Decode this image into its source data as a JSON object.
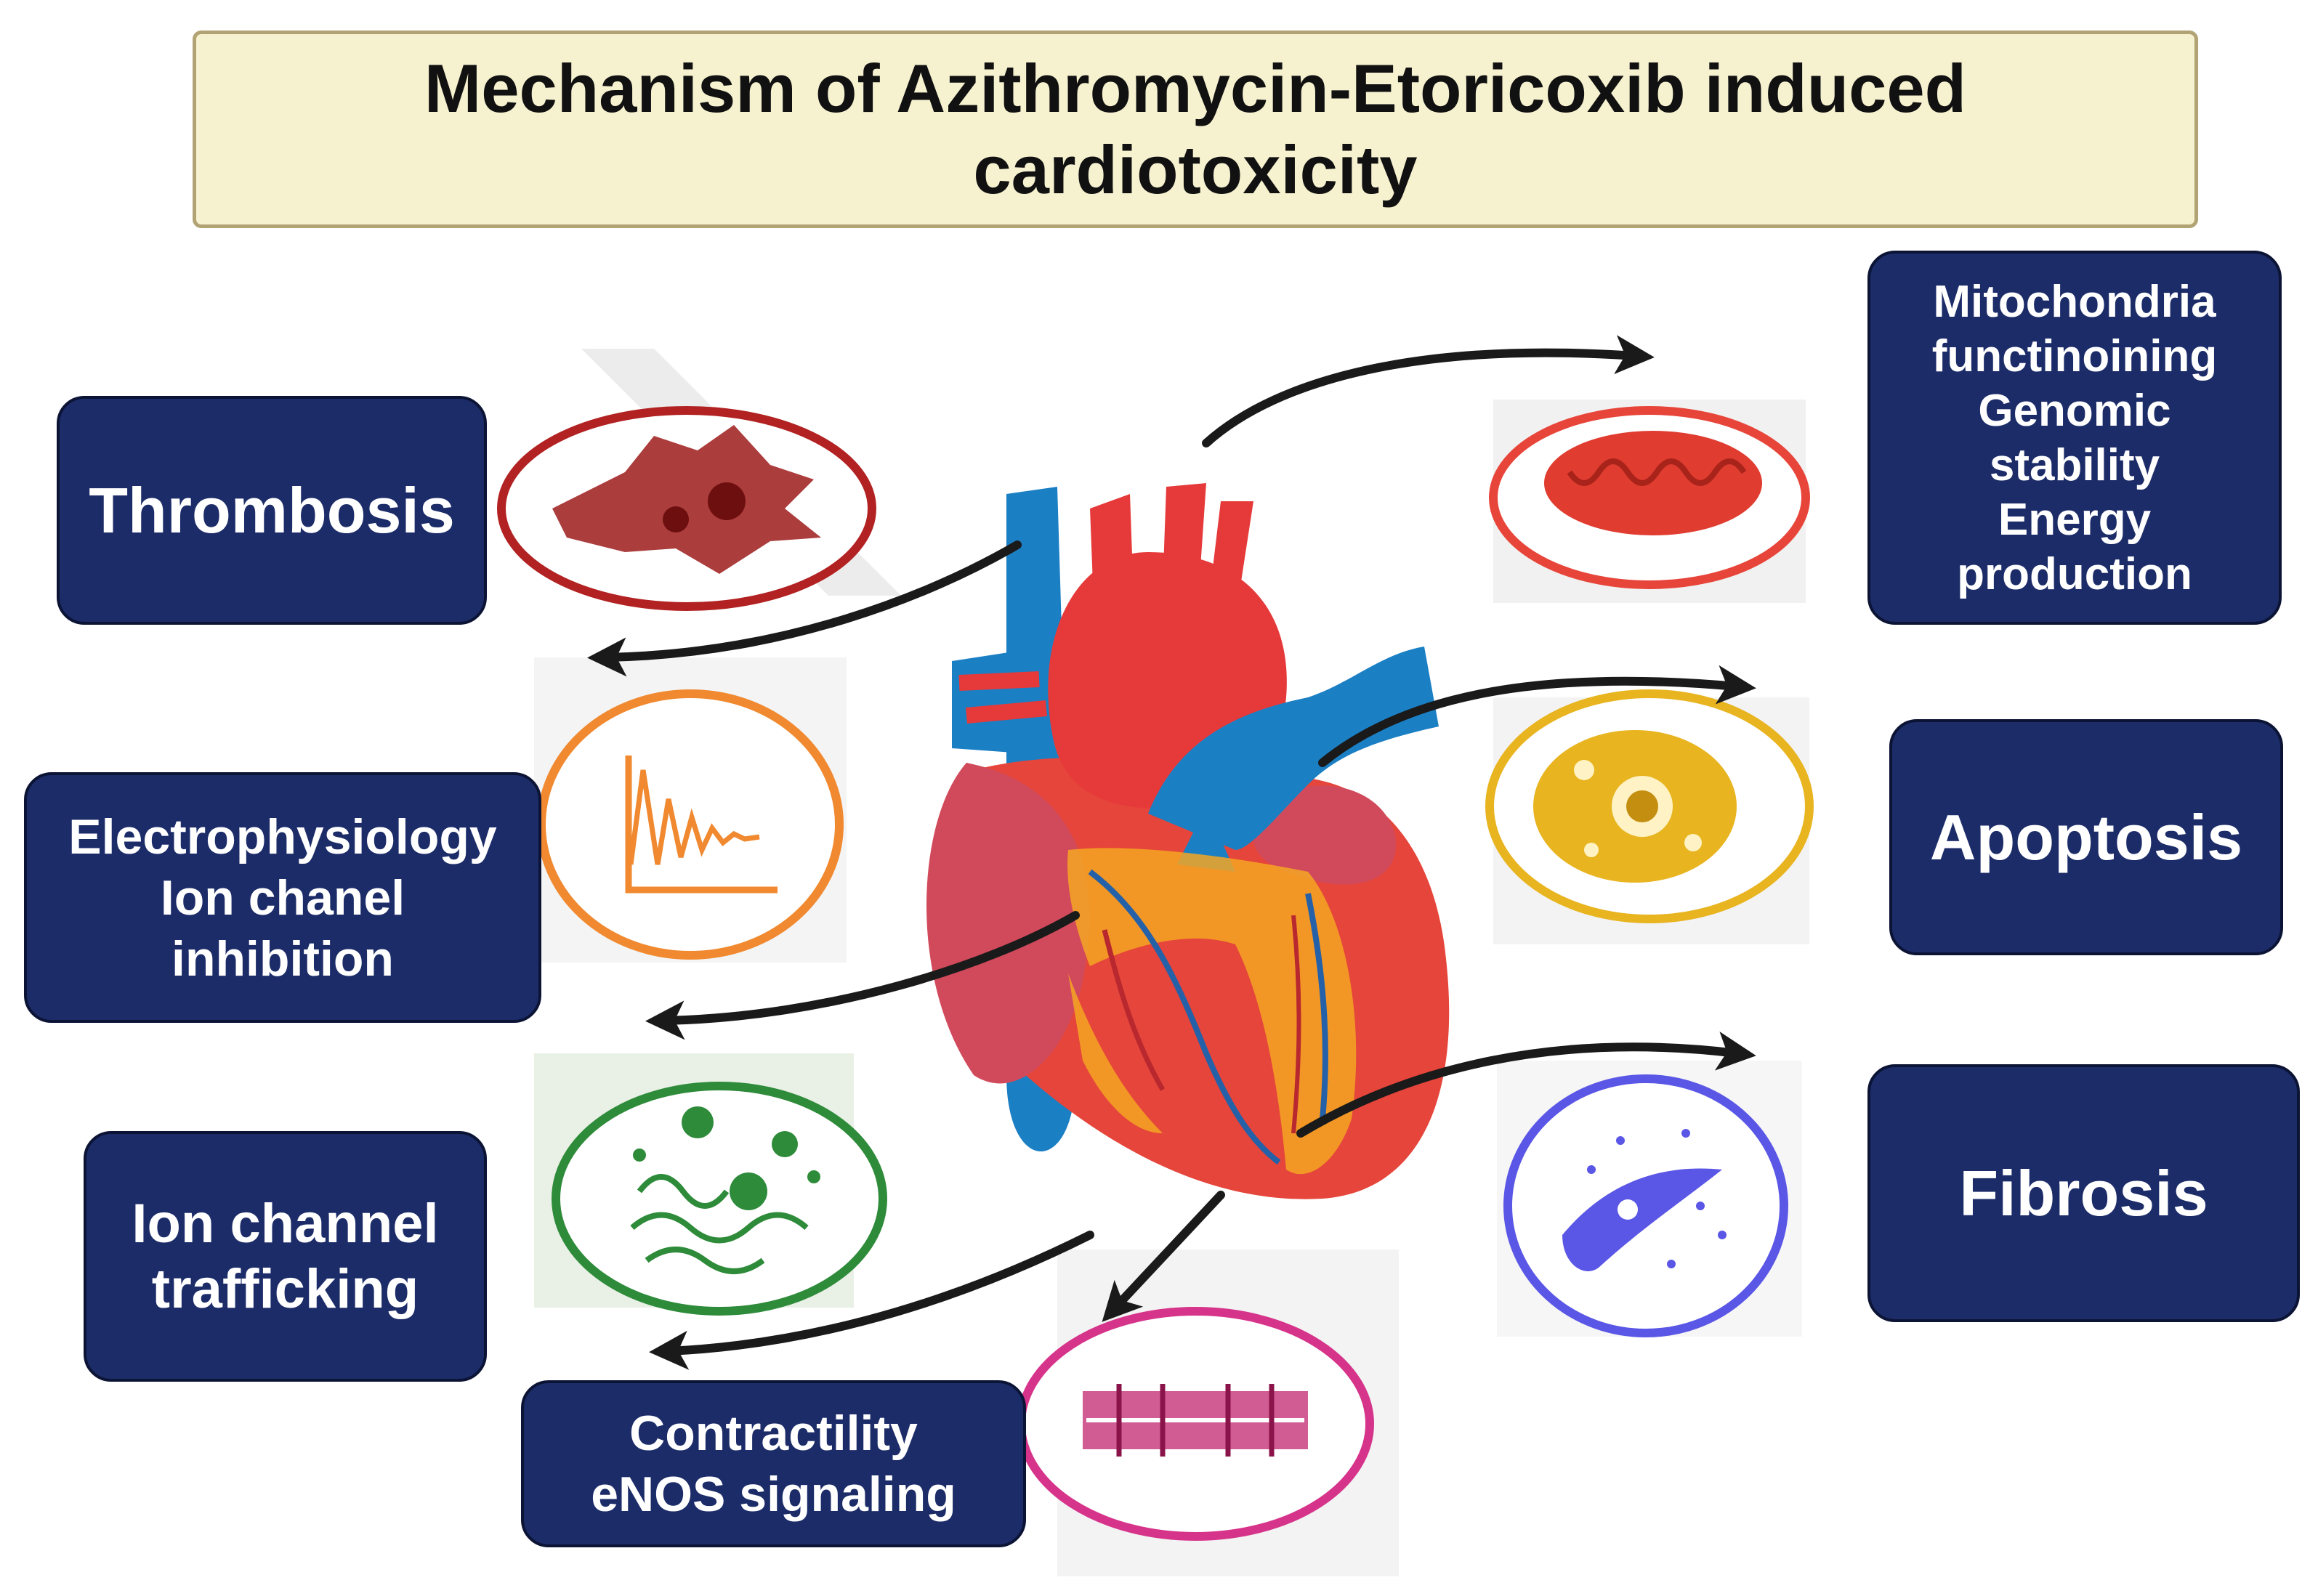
{
  "title": {
    "line1": "Mechanism of Azithromycin-Etoricoxib  induced",
    "line2": "cardiotoxicity"
  },
  "labels": {
    "thrombosis": "Thrombosis",
    "electrophysiology": [
      "Electrophysiology",
      "Ion chanel",
      "inhibition"
    ],
    "ion_trafficking": [
      "Ion channel",
      "trafficking"
    ],
    "contractility": [
      "Contractility",
      "eNOS  signaling"
    ],
    "mitochondria": [
      "Mitochondria",
      "functinoining",
      "Genomic",
      "stability",
      "Energy",
      "production"
    ],
    "apoptosis": "Apoptosis",
    "fibrosis": "Fibrosis"
  },
  "colors": {
    "label_bg": "#1c2c68",
    "title_bg": "#f6f1cf",
    "thrombosis_icon": "#b22222",
    "electro_icon": "#f0892f",
    "trafficking_icon": "#2e8b3a",
    "contractility_icon": "#d6338a",
    "mitochondria_icon": "#e8453a",
    "apoptosis_icon": "#e8b420",
    "fibrosis_icon": "#5b57e6"
  },
  "icons": [
    "heart-icon",
    "thrombus-icon",
    "ecg-trace-icon",
    "golgi-trafficking-icon",
    "sarcomere-icon",
    "mitochondrion-icon",
    "apoptotic-cell-icon",
    "fibroblast-icon"
  ]
}
